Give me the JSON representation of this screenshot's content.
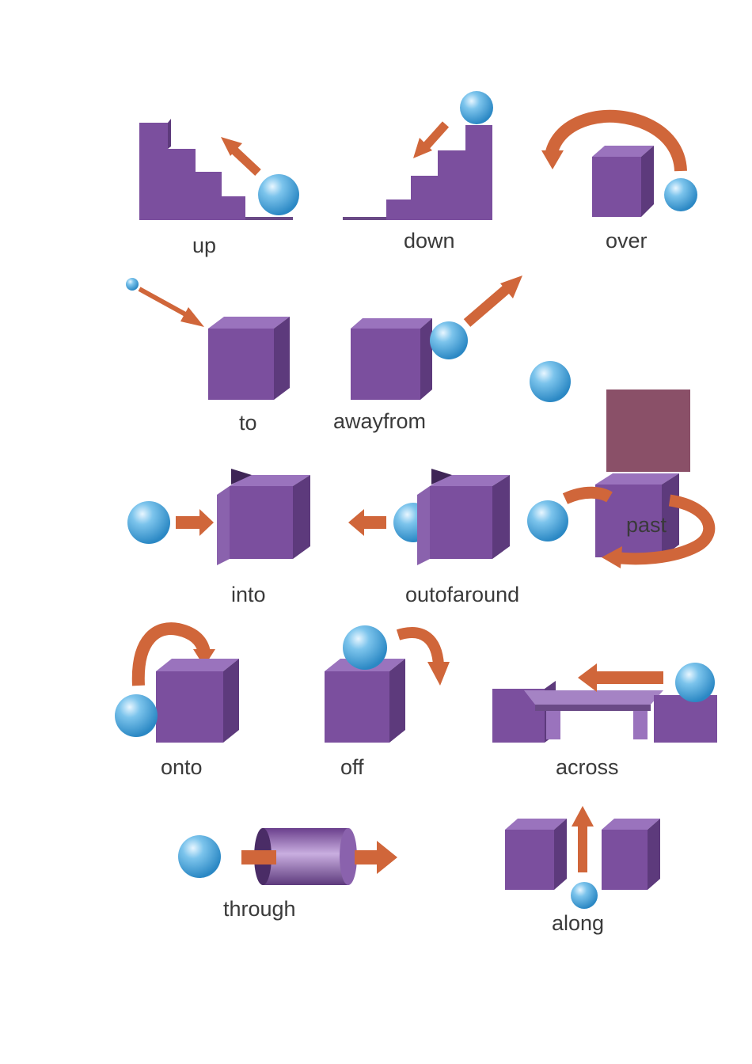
{
  "labels": {
    "up": "up",
    "down": "down",
    "over": "over",
    "to": "to",
    "awayfrom": "awayfrom",
    "past": "past",
    "into": "into",
    "outofaround": "outofaround",
    "onto": "onto",
    "off": "off",
    "across": "across",
    "through": "through",
    "along": "along"
  },
  "colors": {
    "purple": "#7b4f9e",
    "purple_dark": "#5d3a7c",
    "purple_light": "#9a73bd",
    "arrow": "#d0663a",
    "ball": "#4aa6d8",
    "patch": "#8a5068",
    "text": "#3a3a3a"
  }
}
